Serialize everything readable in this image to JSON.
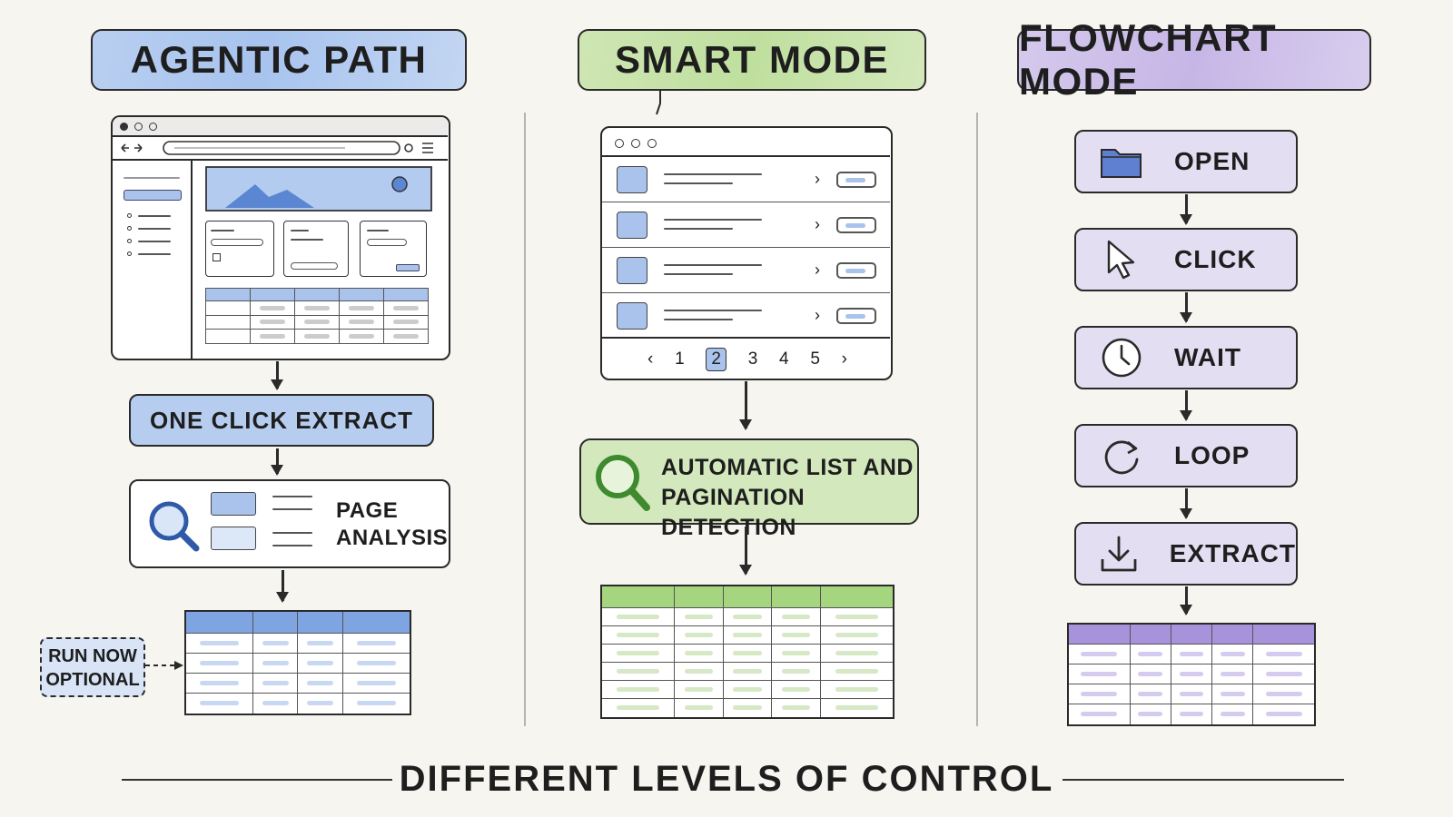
{
  "columns": {
    "agentic": {
      "title": "AGENTIC PATH",
      "button": "ONE CLICK EXTRACT",
      "analysis": "PAGE\nANALYSIS",
      "note": "RUN NOW\nOPTIONAL"
    },
    "smart": {
      "title": "SMART MODE",
      "pagination": [
        "1",
        "2",
        "3",
        "4",
        "5"
      ],
      "detection": "AUTOMATIC LIST AND\nPAGINATION DETECTION"
    },
    "flowchart": {
      "title": "FLOWCHART MODE",
      "steps": [
        {
          "label": "OPEN",
          "icon": "folder-icon"
        },
        {
          "label": "CLICK",
          "icon": "cursor-icon"
        },
        {
          "label": "WAIT",
          "icon": "clock-icon"
        },
        {
          "label": "LOOP",
          "icon": "loop-icon"
        },
        {
          "label": "EXTRACT",
          "icon": "download-icon"
        }
      ]
    }
  },
  "footer": "DIFFERENT LEVELS OF CONTROL",
  "colors": {
    "blue": "#a9c3ec",
    "green": "#b5dc92",
    "purple": "#b9a5e2"
  }
}
